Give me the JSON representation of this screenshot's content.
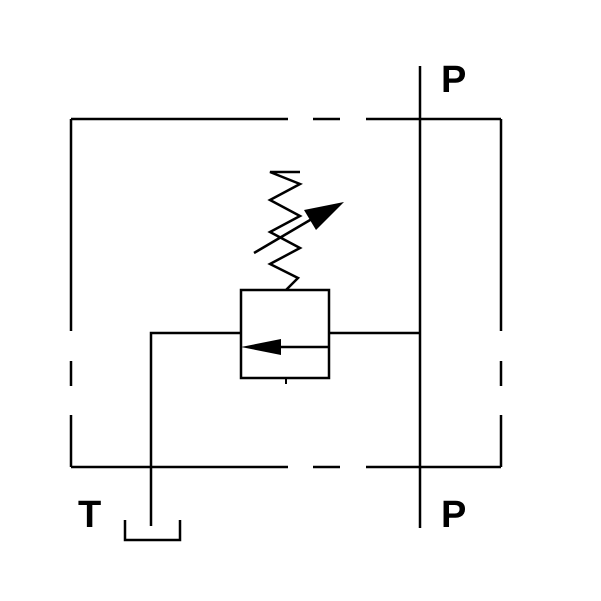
{
  "diagram": {
    "ports": {
      "pressure_top": "P",
      "pressure_bottom": "P",
      "tank": "T"
    },
    "symbol": "relief-valve",
    "colors": {
      "line": "#000000",
      "background": "#ffffff"
    }
  }
}
